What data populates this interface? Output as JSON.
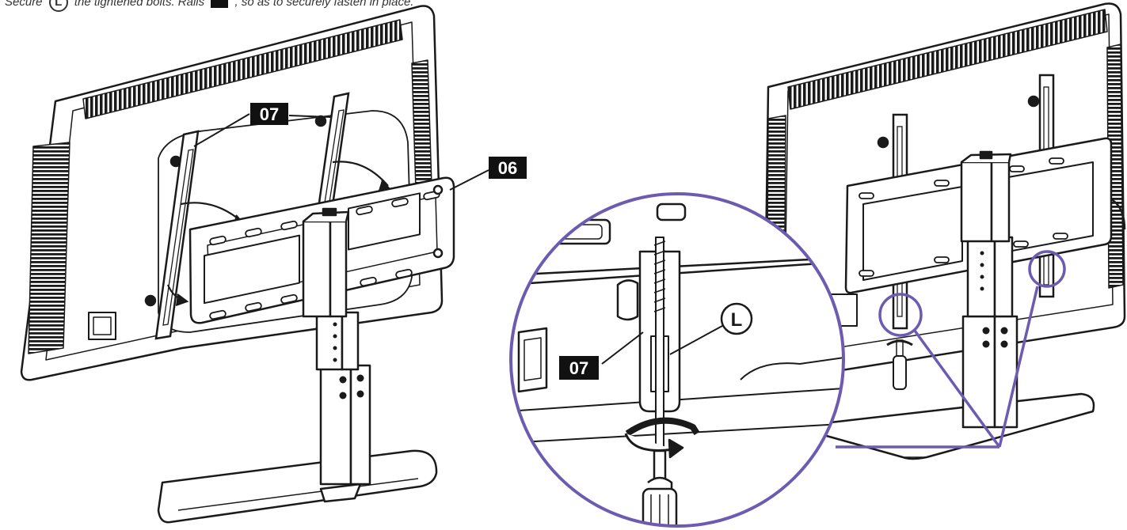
{
  "instruction": {
    "before_circle": "Secure",
    "circle_letter": "L",
    "middle_text": "the tightened bolts. Rails",
    "after_box": ", so as to securely fasten in place."
  },
  "labels": {
    "left_rail": "07",
    "bracket": "06",
    "detail_rail": "07",
    "detail_screw": "L"
  },
  "colors": {
    "line": "#1a1a1a",
    "callout": "#6c5bb0",
    "label_bg": "#111111",
    "label_text": "#ffffff"
  }
}
